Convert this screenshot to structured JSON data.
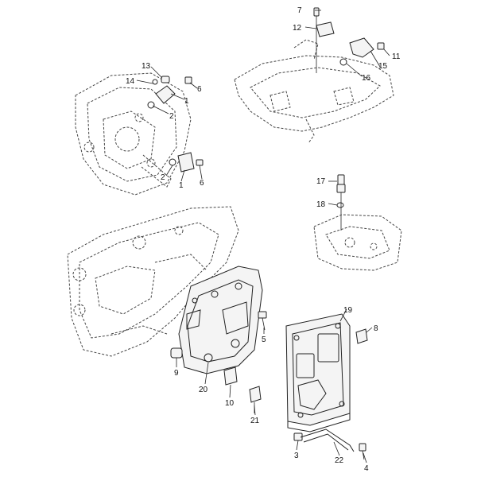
{
  "callouts": {
    "c1a": "1",
    "c1b": "1",
    "c2a": "2",
    "c2b": "2",
    "c3": "3",
    "c4": "4",
    "c5": "5",
    "c6a": "6",
    "c6b": "6",
    "c7": "7",
    "c8": "8",
    "c9": "9",
    "c10": "10",
    "c11": "11",
    "c12": "12",
    "c13": "13",
    "c14": "14",
    "c15": "15",
    "c16": "16",
    "c17": "17",
    "c18": "18",
    "c19": "19",
    "c20": "20",
    "c21": "21",
    "c22": "22"
  }
}
